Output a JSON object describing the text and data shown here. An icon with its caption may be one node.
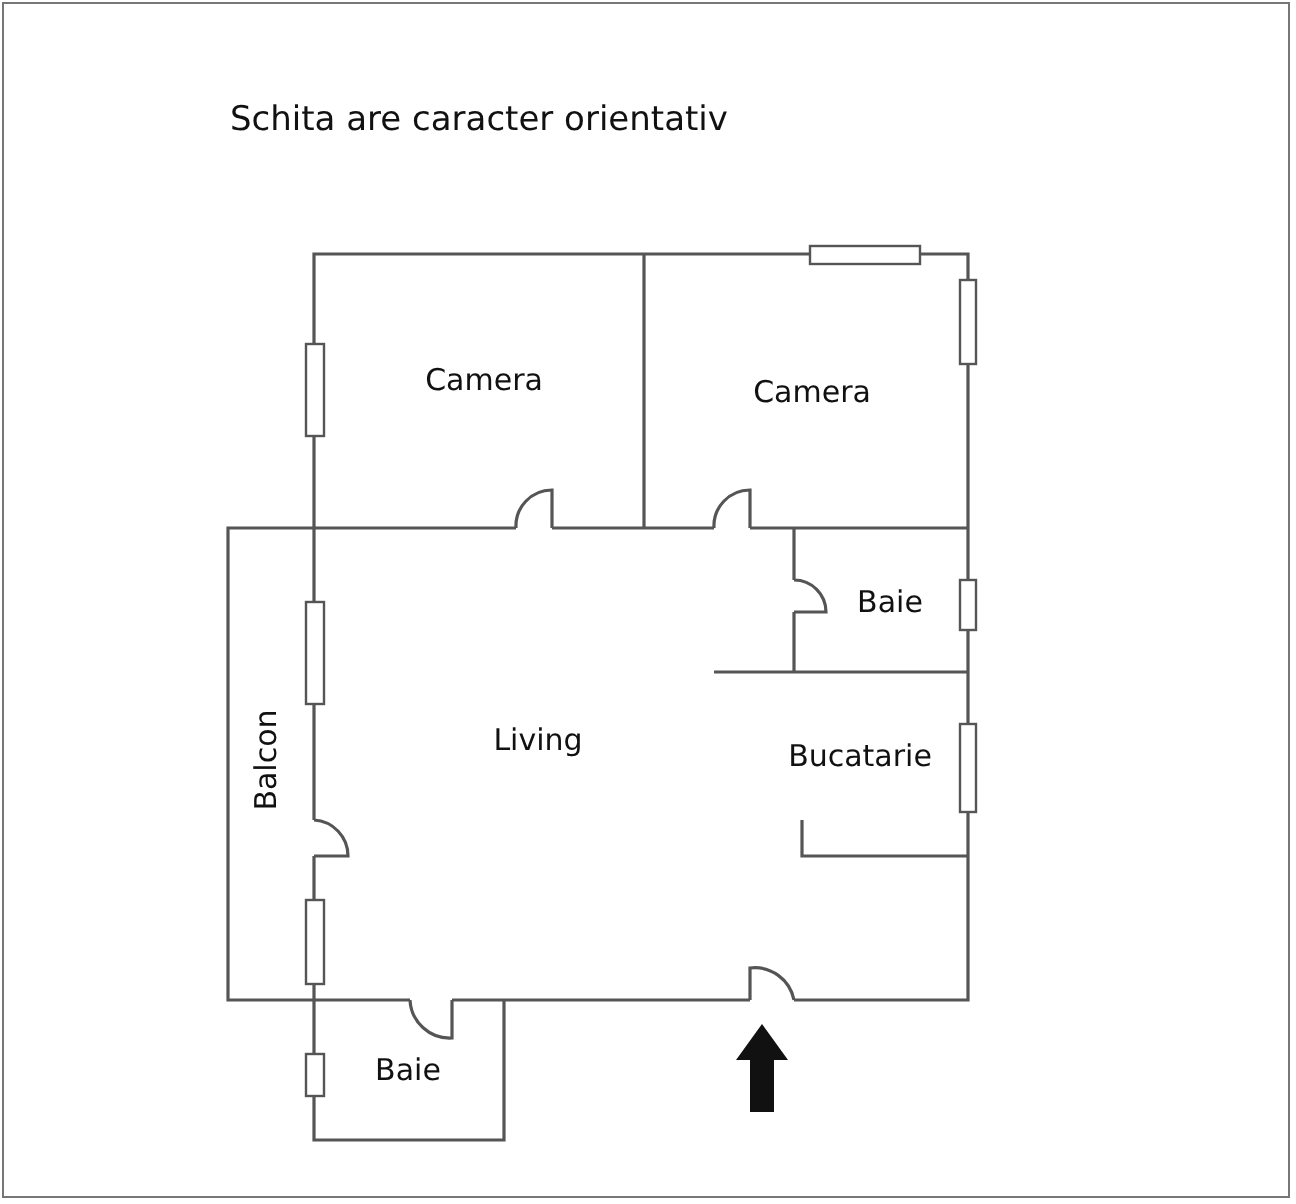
{
  "diagram": {
    "title": "Schita are caracter orientativ",
    "labels": [
      "Camera",
      "Camera",
      "Baie",
      "Living",
      "Balcon",
      "Bucatarie",
      "Baie"
    ]
  }
}
